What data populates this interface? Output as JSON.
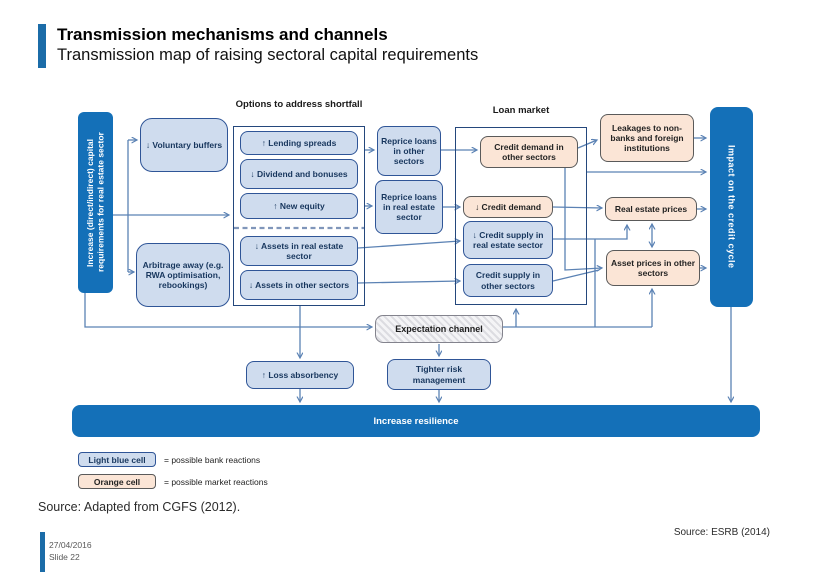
{
  "header": {
    "title": "Transmission mechanisms and channels",
    "subtitle": "Transmission map of raising sectoral capital requirements"
  },
  "diagram": {
    "left_bar": "Increase (direct/indirect) capital requirements for real estate sector",
    "right_bar": "Impact on the credit cycle",
    "resilience_bar": "Increase resilience",
    "voluntary_buffers": "↓ Voluntary buffers",
    "arbitrage": "Arbitrage away (e.g. RWA optimisation, rebookings)",
    "options_label": "Options to address shortfall",
    "lending_spreads": "↑ Lending spreads",
    "dividend_bonuses": "↓ Dividend and bonuses",
    "new_equity": "↑ New equity",
    "assets_real_estate": "↓ Assets in real estate sector",
    "assets_other": "↓ Assets in other sectors",
    "reprice_other": "Reprice loans in other sectors",
    "reprice_real_estate": "Reprice loans in real estate sector",
    "loan_market_label": "Loan market",
    "credit_demand_other": "Credit demand in other sectors",
    "credit_demand": "↓ Credit demand",
    "credit_supply_real_estate": "↓ Credit supply in real estate sector",
    "credit_supply_other": "Credit supply in other sectors",
    "leakages": "Leakages to non-banks and foreign institutions",
    "real_estate_prices": "Real estate prices",
    "asset_prices_other": "Asset prices in other sectors",
    "expectation_channel": "Expectation channel",
    "loss_absorbency": "↑ Loss absorbency",
    "tighter_risk": "Tighter risk management"
  },
  "legend": {
    "light_blue_label": "Light blue cell",
    "light_blue_desc": "= possible bank reactions",
    "orange_label": "Orange cell",
    "orange_desc": "= possible market reactions"
  },
  "sources": {
    "diagram_source": "Source: Adapted from CGFS (2012).",
    "slide_source": "Source: ESRB (2014)"
  },
  "footer": {
    "date": "27/04/2016",
    "slide": "Slide 22"
  },
  "colors": {
    "accent_blue": "#1470b8",
    "light_blue_cell": "#cfdcee",
    "orange_cell": "#fbe5d6",
    "arrow": "#5b82b4"
  }
}
